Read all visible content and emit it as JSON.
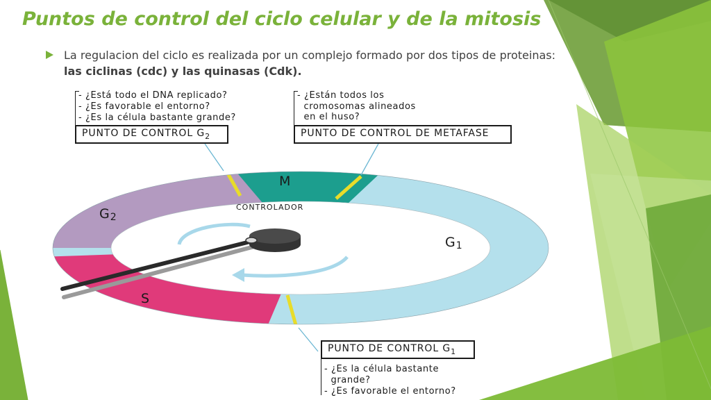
{
  "slide": {
    "title": "Puntos de control del ciclo celular y de la mitosis",
    "bullet": {
      "text_plain": "La regulacion del ciclo es realizada por un complejo formado por dos tipos de proteinas: ",
      "text_bold": "las ciclinas (cdc) y las quinasas (Cdk)."
    }
  },
  "diagram": {
    "phases": {
      "m": "M",
      "g1": "G",
      "g1_sub": "1",
      "g2": "G",
      "g2_sub": "2",
      "s": "S"
    },
    "controller_label": "CONTROLADOR",
    "checkpoints": {
      "g2": {
        "title": "PUNTO DE CONTROL G",
        "title_sub": "2",
        "questions": [
          "- ¿Está todo el DNA replicado?",
          "- ¿Es favorable el entorno?",
          "- ¿Es la célula bastante grande?"
        ]
      },
      "metaphase": {
        "title": "PUNTO DE CONTROL DE METAFASE",
        "questions": [
          "- ¿Están todos los\n  cromosomas alineados\n  en el huso?"
        ]
      },
      "g1": {
        "title": "PUNTO DE CONTROL G",
        "title_sub": "1",
        "questions": [
          "- ¿Es la célula bastante\n  grande?",
          "- ¿Es favorable el entorno?"
        ]
      }
    },
    "colors": {
      "m": "#1c9e8e",
      "g1": "#b4e0ec",
      "g2": "#b39ac0",
      "s": "#e03a7a",
      "checkpoint_marker": "#e8dc2a",
      "accent_green": "#7ab23a"
    }
  }
}
